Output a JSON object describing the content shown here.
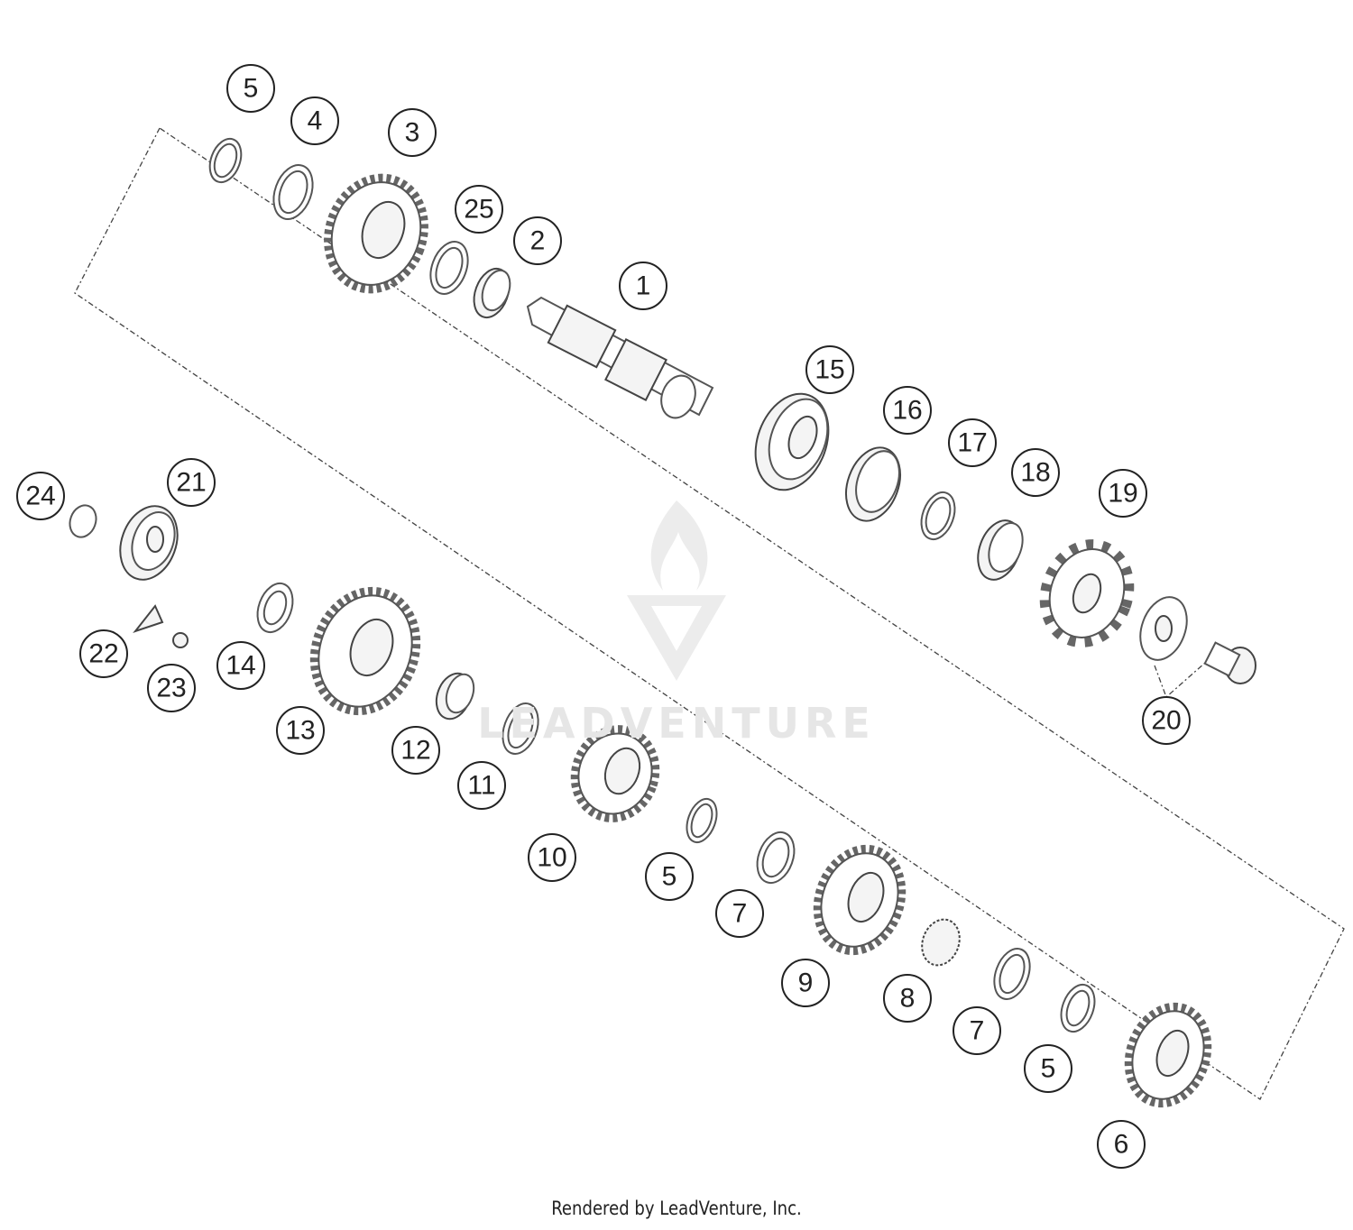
{
  "diagram": {
    "callouts": [
      {
        "label": "5"
      },
      {
        "label": "4"
      },
      {
        "label": "3"
      },
      {
        "label": "25"
      },
      {
        "label": "2"
      },
      {
        "label": "1"
      },
      {
        "label": "15"
      },
      {
        "label": "16"
      },
      {
        "label": "17"
      },
      {
        "label": "18"
      },
      {
        "label": "19"
      },
      {
        "label": "20"
      },
      {
        "label": "24"
      },
      {
        "label": "21"
      },
      {
        "label": "22"
      },
      {
        "label": "23"
      },
      {
        "label": "14"
      },
      {
        "label": "13"
      },
      {
        "label": "12"
      },
      {
        "label": "11"
      },
      {
        "label": "10"
      },
      {
        "label": "5"
      },
      {
        "label": "7"
      },
      {
        "label": "9"
      },
      {
        "label": "8"
      },
      {
        "label": "7"
      },
      {
        "label": "5"
      },
      {
        "label": "6"
      }
    ],
    "watermark": "LEADVENTURE"
  },
  "footer": {
    "text": "Rendered by LeadVenture, Inc."
  }
}
